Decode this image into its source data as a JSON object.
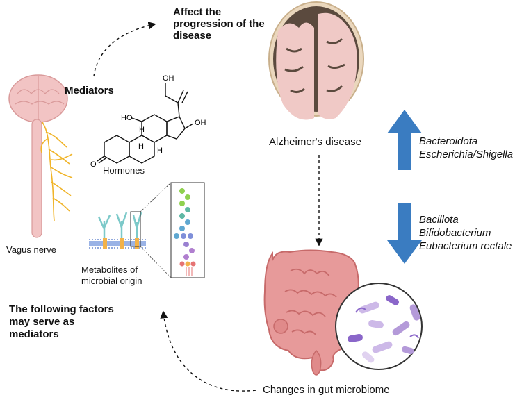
{
  "labels": {
    "affect_line1": "Affect the",
    "affect_line2": "progression of the",
    "affect_line3": "disease",
    "mediators": "Mediators",
    "hormones": "Hormones",
    "vagus_nerve": "Vagus nerve",
    "metabolites_line1": "Metabolites of",
    "metabolites_line2": "microbial origin",
    "factors_line1": "The following factors",
    "factors_line2": "may serve as",
    "factors_line3": "mediators",
    "alzheimers": "Alzheimer's disease",
    "gut_change": "Changes in gut microbiome"
  },
  "increased_taxa": [
    "Bacteroidota",
    "Escherichia/Shigella"
  ],
  "decreased_taxa": [
    "Bacillota",
    "Bifidobacterium",
    "Eubacterium rectale"
  ],
  "molecule_labels": {
    "oh1": "OH",
    "oh2": "HO",
    "oh3": "OH",
    "h1": "H",
    "h2": "H",
    "h3": "H",
    "o": "O"
  },
  "colors": {
    "arrow_blue": "#3a7cc1",
    "brain_pink": "#f2c4c4",
    "nerve_yellow": "#f0b429",
    "gut_pink": "#e79a9a"
  }
}
